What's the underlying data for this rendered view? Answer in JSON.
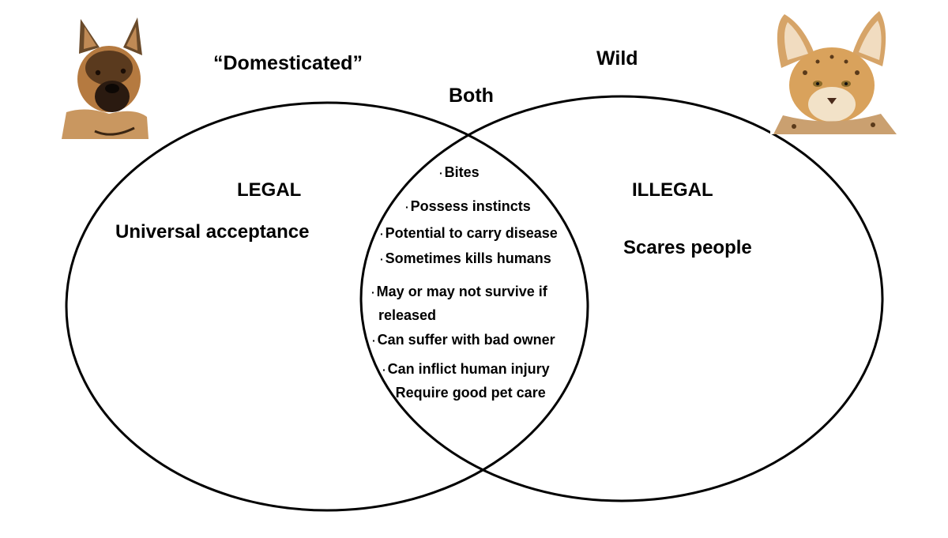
{
  "diagram": {
    "left_set": {
      "title": "“Domesticated”",
      "status": "LEGAL",
      "trait": "Universal acceptance",
      "image_icon": "german-shepherd-dog-photo"
    },
    "right_set": {
      "title": "Wild",
      "status": "ILLEGAL",
      "trait": "Scares people",
      "image_icon": "serval-cat-photo"
    },
    "overlap": {
      "title": "Both",
      "items": [
        "Bites",
        "Possess instincts",
        "Potential to carry disease",
        "Sometimes kills humans",
        "May or may not survive if",
        "released",
        "Can suffer with bad owner",
        "Can inflict human injury",
        "Require good pet care"
      ],
      "bullet": "·"
    },
    "colors": {
      "outline": "#000000",
      "background": "#ffffff"
    }
  }
}
